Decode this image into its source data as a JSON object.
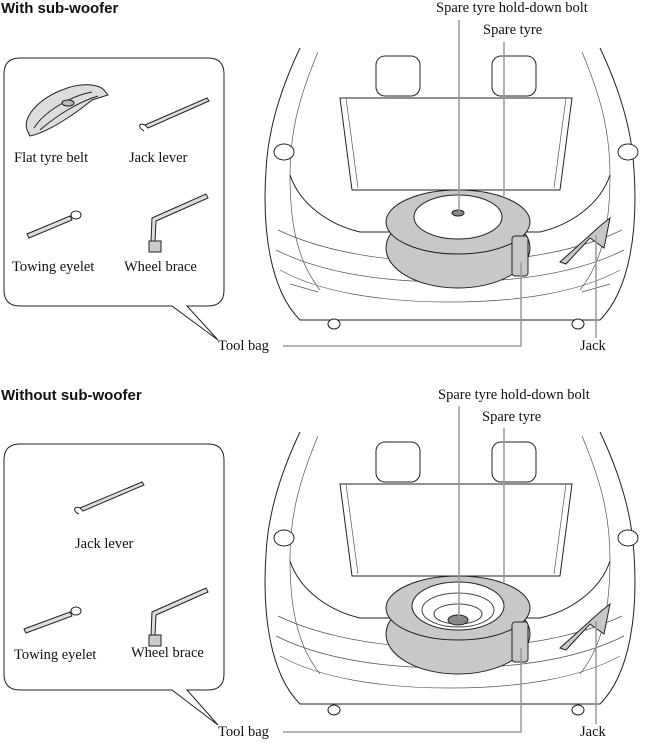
{
  "sections": [
    {
      "heading": "With sub-woofer",
      "tools": [
        "Flat tyre belt",
        "Jack lever",
        "Towing eyelet",
        "Wheel brace"
      ],
      "callouts": {
        "bolt": "Spare tyre hold-down bolt",
        "tyre": "Spare tyre",
        "tool_bag": "Tool bag",
        "jack": "Jack"
      }
    },
    {
      "heading": "Without sub-woofer",
      "tools": [
        "Jack lever",
        "Towing eyelet",
        "Wheel brace"
      ],
      "callouts": {
        "bolt": "Spare tyre hold-down bolt",
        "tyre": "Spare tyre",
        "tool_bag": "Tool bag",
        "jack": "Jack"
      }
    }
  ],
  "colors": {
    "tyre_fill": "#c8c8c8",
    "leader_line": "#999999",
    "outline": "#222222"
  }
}
